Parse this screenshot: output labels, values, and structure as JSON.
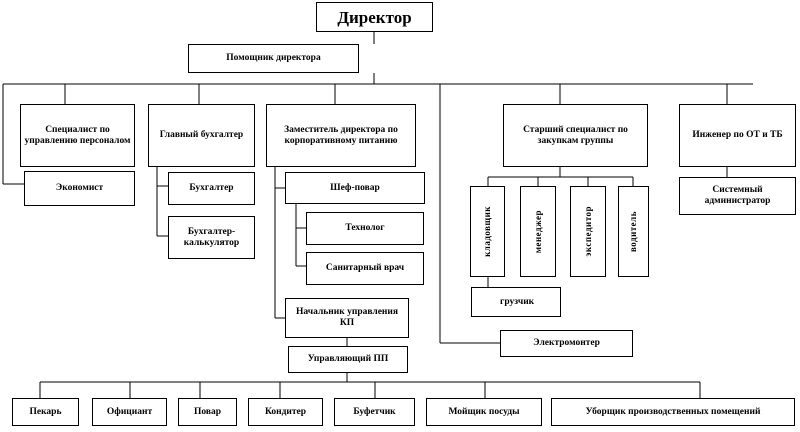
{
  "diagram": {
    "nodes": {
      "director": "Директор",
      "assistant": "Помощник директора",
      "hr_specialist": "Специалист по управлению персоналом",
      "economist": "Экономист",
      "chief_accountant": "Главный бухгалтер",
      "accountant": "Бухгалтер",
      "accountant_calculator": "Бухгалтер-калькулятор",
      "deputy_catering": "Заместитель директора по корпоративному питанию",
      "chef": "Шеф-повар",
      "technologist": "Технолог",
      "sanitary_doctor": "Санитарный врач",
      "head_kp": "Начальник управления КП",
      "manager_pp": "Управляющий ПП",
      "senior_purchasing": "Старший специалист по закупкам группы",
      "storekeeper": "кладовщик",
      "manager": "менеджер",
      "forwarder": "экспедитор",
      "driver": "водитель",
      "loader": "грузчик",
      "electrician": "Электромонтер",
      "safety_engineer": "Инженер по ОТ и ТБ",
      "sysadmin": "Системный администратор",
      "baker": "Пекарь",
      "waiter": "Официант",
      "cook": "Повар",
      "confectioner": "Кондитер",
      "barman": "Буфетчик",
      "dishwasher": "Мойщик посуды",
      "cleaner": "Уборщик производственных помещений"
    }
  }
}
